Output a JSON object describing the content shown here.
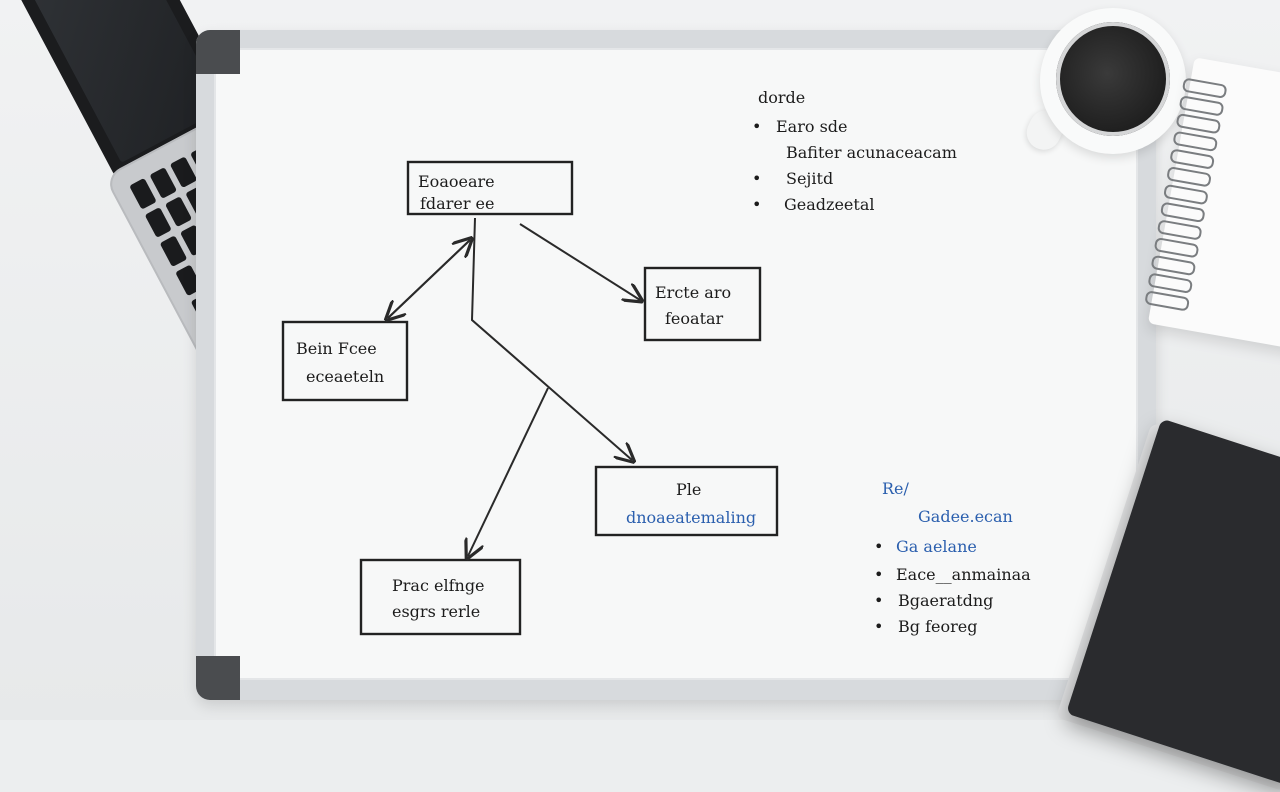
{
  "scene": {
    "objects": [
      {
        "name": "laptop"
      },
      {
        "name": "whiteboard"
      },
      {
        "name": "coffee-cup"
      },
      {
        "name": "spiral-notebook"
      },
      {
        "name": "dark-book"
      }
    ],
    "colors": {
      "desk": "#eceeef",
      "whiteboard": "#f7f8f8",
      "frame": "#d7dadd",
      "ink": "#222222",
      "blue_ink": "#2b5fae",
      "coffee": "#1e1e1e"
    }
  },
  "whiteboard": {
    "top_box": {
      "line1": "Eoaoeare",
      "line2": "fdarer ee"
    },
    "right_box": {
      "line1": "Ercte aro",
      "line2": "feoatar"
    },
    "left_box": {
      "line1": "Bein   Fcee",
      "line2": "eceaeteln"
    },
    "mid_box": {
      "line1": "Ple",
      "line2": "dnoaeatemaling"
    },
    "bottom_box": {
      "line1": "Prac elfnge",
      "line2": "esgrs rerle"
    },
    "top_right_list": {
      "heading": "dorde",
      "items": [
        "Earo sde",
        "Bafiter   acunaceacam",
        "Sejitd",
        "Geadzeetal"
      ]
    },
    "bottom_right_list": {
      "heading": "Re/",
      "subheading": "Gadee.ecan",
      "items": [
        "Ga aelane",
        "Eace__anmainaa",
        "Bgaeratdng",
        "Bg feoreg"
      ]
    }
  }
}
